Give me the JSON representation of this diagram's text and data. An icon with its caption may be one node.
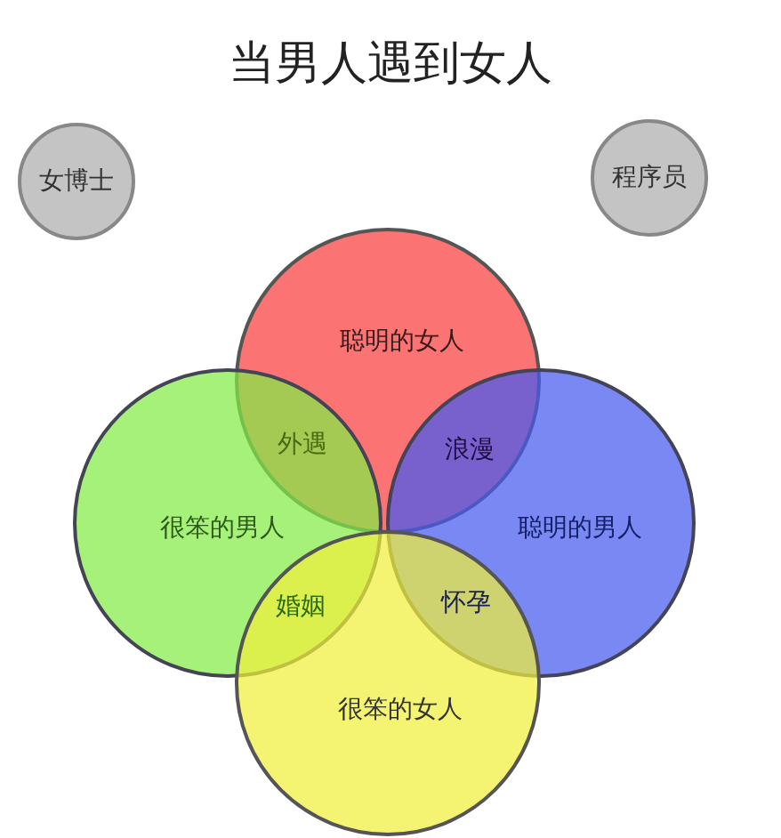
{
  "diagram": {
    "title": "当男人遇到女人",
    "nodes": [
      {
        "text": [
          "女博士"
        ]
      },
      {
        "text": [
          "程序员"
        ]
      },
      {
        "text": [
          "聪明的女人"
        ]
      },
      {
        "text": [
          "很笨的男人"
        ]
      },
      {
        "text": [
          "聪明的男人"
        ]
      },
      {
        "text": [
          "很笨的女人"
        ]
      }
    ],
    "labels": [
      "外遇",
      "浪漫",
      "婚姻",
      "怀孕"
    ]
  }
}
